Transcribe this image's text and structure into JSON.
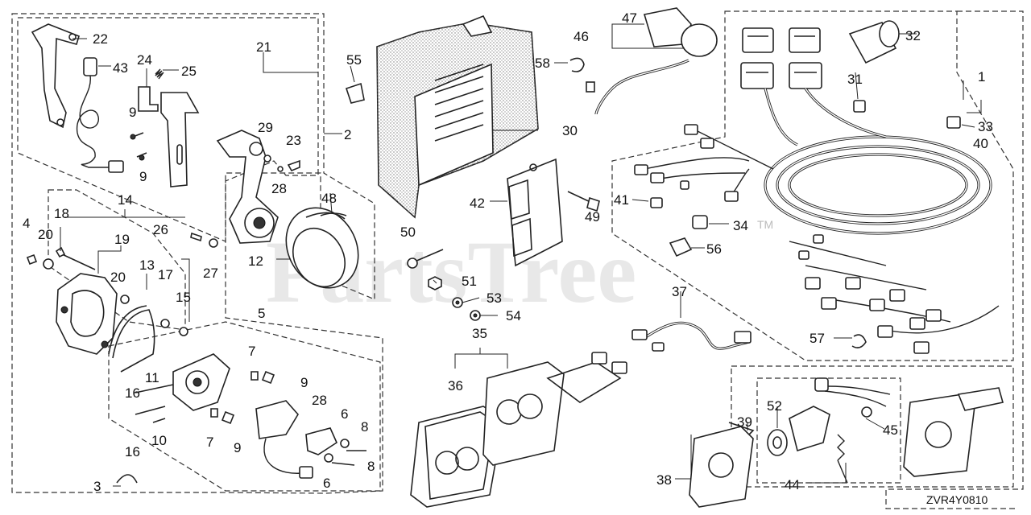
{
  "diagram": {
    "code": "ZVR4Y0810",
    "watermark": "PartsTree",
    "watermark_tm": "TM",
    "callouts": [
      {
        "id": "c1",
        "label": "1"
      },
      {
        "id": "c2",
        "label": "2"
      },
      {
        "id": "c3",
        "label": "3"
      },
      {
        "id": "c4",
        "label": "4"
      },
      {
        "id": "c5",
        "label": "5"
      },
      {
        "id": "c6a",
        "label": "6"
      },
      {
        "id": "c6b",
        "label": "6"
      },
      {
        "id": "c7a",
        "label": "7"
      },
      {
        "id": "c7b",
        "label": "7"
      },
      {
        "id": "c8a",
        "label": "8"
      },
      {
        "id": "c8b",
        "label": "8"
      },
      {
        "id": "c9a",
        "label": "9"
      },
      {
        "id": "c9b",
        "label": "9"
      },
      {
        "id": "c9c",
        "label": "9"
      },
      {
        "id": "c9d",
        "label": "9"
      },
      {
        "id": "c10",
        "label": "10"
      },
      {
        "id": "c11",
        "label": "11"
      },
      {
        "id": "c12",
        "label": "12"
      },
      {
        "id": "c13",
        "label": "13"
      },
      {
        "id": "c14",
        "label": "14"
      },
      {
        "id": "c15",
        "label": "15"
      },
      {
        "id": "c16a",
        "label": "16"
      },
      {
        "id": "c16b",
        "label": "16"
      },
      {
        "id": "c17",
        "label": "17"
      },
      {
        "id": "c18",
        "label": "18"
      },
      {
        "id": "c19",
        "label": "19"
      },
      {
        "id": "c20a",
        "label": "20"
      },
      {
        "id": "c20b",
        "label": "20"
      },
      {
        "id": "c21",
        "label": "21"
      },
      {
        "id": "c22",
        "label": "22"
      },
      {
        "id": "c23",
        "label": "23"
      },
      {
        "id": "c24",
        "label": "24"
      },
      {
        "id": "c25",
        "label": "25"
      },
      {
        "id": "c26",
        "label": "26"
      },
      {
        "id": "c27",
        "label": "27"
      },
      {
        "id": "c28a",
        "label": "28"
      },
      {
        "id": "c28b",
        "label": "28"
      },
      {
        "id": "c29",
        "label": "29"
      },
      {
        "id": "c30",
        "label": "30"
      },
      {
        "id": "c31",
        "label": "31"
      },
      {
        "id": "c32",
        "label": "32"
      },
      {
        "id": "c33",
        "label": "33"
      },
      {
        "id": "c34",
        "label": "34"
      },
      {
        "id": "c35",
        "label": "35"
      },
      {
        "id": "c36",
        "label": "36"
      },
      {
        "id": "c37",
        "label": "37"
      },
      {
        "id": "c38",
        "label": "38"
      },
      {
        "id": "c39",
        "label": "39"
      },
      {
        "id": "c40",
        "label": "40"
      },
      {
        "id": "c41",
        "label": "41"
      },
      {
        "id": "c42",
        "label": "42"
      },
      {
        "id": "c43",
        "label": "43"
      },
      {
        "id": "c44",
        "label": "44"
      },
      {
        "id": "c45",
        "label": "45"
      },
      {
        "id": "c46",
        "label": "46"
      },
      {
        "id": "c47",
        "label": "47"
      },
      {
        "id": "c48",
        "label": "48"
      },
      {
        "id": "c49",
        "label": "49"
      },
      {
        "id": "c50",
        "label": "50"
      },
      {
        "id": "c51",
        "label": "51"
      },
      {
        "id": "c52",
        "label": "52"
      },
      {
        "id": "c53",
        "label": "53"
      },
      {
        "id": "c54",
        "label": "54"
      },
      {
        "id": "c55",
        "label": "55"
      },
      {
        "id": "c56",
        "label": "56"
      },
      {
        "id": "c57",
        "label": "57"
      },
      {
        "id": "c58",
        "label": "58"
      }
    ]
  }
}
